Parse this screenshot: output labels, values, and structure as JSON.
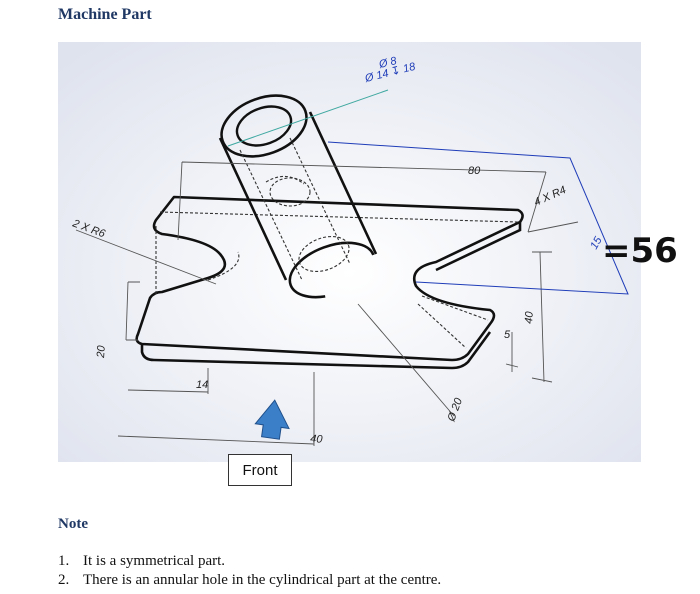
{
  "title": "Machine Part",
  "front_label": "Front",
  "note_heading": "Note",
  "notes": [
    {
      "num": "1.",
      "text": "It is a symmetrical part."
    },
    {
      "num": "2.",
      "text": "There is an annular hole in the cylindrical part at the centre."
    }
  ],
  "dimensions": {
    "hole_dia": "Ø 8",
    "counterbore": "Ø 14 ↧ 18",
    "length_80": "80",
    "radius_4": "4 X R4",
    "radius_6": "2 X R6",
    "width_40_right": "40",
    "thickness_5": "5",
    "height_20": "20",
    "slot_14": "14",
    "length_40_bottom": "40",
    "cyl_dia": "Ø 20",
    "small_15": "15",
    "handwritten": "=56"
  },
  "colors": {
    "title": "#1f3864",
    "arrow": "#3b7fc9",
    "blue_dim": "#1f3db8",
    "teal_leader": "#3fa8a0"
  },
  "icons": {
    "front_arrow": "up-arrow-icon"
  }
}
